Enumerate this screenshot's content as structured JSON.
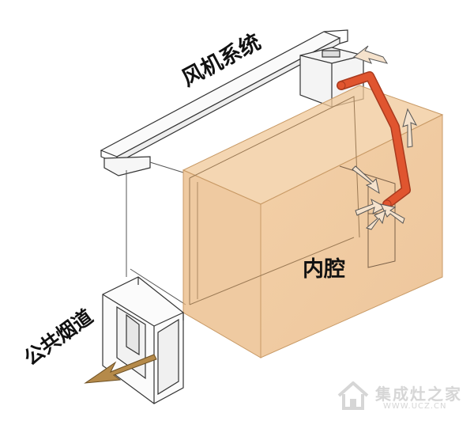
{
  "labels": {
    "fan_system": "风机系统",
    "inner_cavity": "内腔",
    "public_flue": "公共烟道"
  },
  "watermark": {
    "name": "集成灶之家",
    "url": "WWW.UCZ.CN"
  },
  "icons": [
    "house-logo-icon"
  ],
  "colors": {
    "cavity_fill": "#e8b47a",
    "cavity_edge": "#c89a66",
    "duct": "#e0552f",
    "line": "#333333",
    "arrow_light": "#f5e2cc",
    "arrow_dark": "#b58a4a"
  }
}
